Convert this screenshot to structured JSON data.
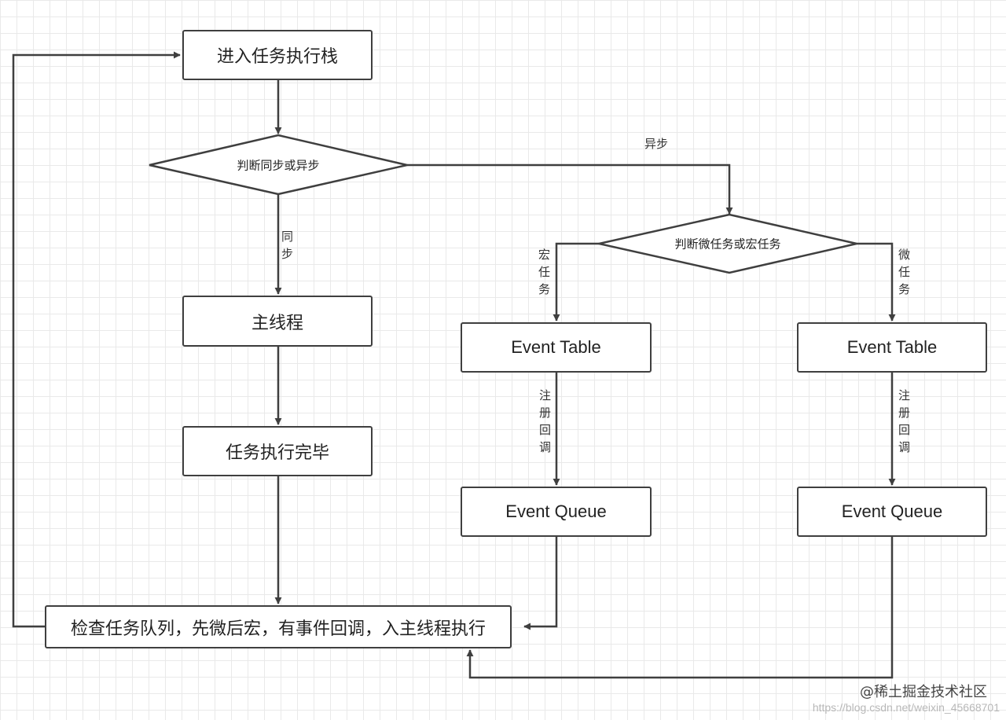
{
  "diagram": {
    "nodes": {
      "enter_stack": "进入任务执行栈",
      "judge_sync": "判断同步或异步",
      "main_thread": "主线程",
      "task_done": "任务执行完毕",
      "judge_micro_macro": "判断微任务或宏任务",
      "macro_event_table": "Event Table",
      "micro_event_table": "Event Table",
      "macro_event_queue": "Event Queue",
      "micro_event_queue": "Event Queue",
      "check_queue": "检查任务队列，先微后宏，有事件回调，入主线程执行"
    },
    "edge_labels": {
      "async": "异步",
      "sync": "同\n步",
      "macro_task": "宏\n任\n务",
      "micro_task": "微\n任\n务",
      "register_callback_left": "注\n册\n回\n调",
      "register_callback_right": "注\n册\n回\n调"
    }
  },
  "watermark": {
    "brand": "@稀土掘金技术社区",
    "url": "https://blog.csdn.net/weixin_45668701"
  }
}
